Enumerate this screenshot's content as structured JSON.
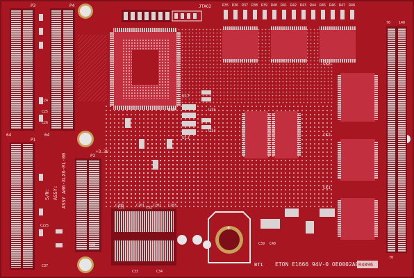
{
  "image": {
    "subject": "pcb",
    "colors": {
      "mask": "#a81621",
      "mask_dark": "#7e0f18",
      "mask_light": "#c23040",
      "pad": "#d9d3d3",
      "pad_shadow": "#9c8f90",
      "silk": "#f3e9e6",
      "hole": "#e6e6e6",
      "gold": "#c9a05a"
    }
  },
  "silkscreen": {
    "p3_top": "P3",
    "p4_top": "P4",
    "p3_bottom": "64",
    "p4_bottom": "64",
    "jtag": "JTAG2",
    "reference_row": [
      "R35",
      "R36",
      "R37",
      "R38",
      "R39",
      "R40",
      "R41",
      "R42",
      "R43",
      "R44",
      "R45",
      "R46",
      "R47",
      "R48"
    ],
    "ck3": "CK3",
    "ck1": "CK1",
    "ck2": "CK2",
    "p1": "P1",
    "p2": "P2",
    "connector_right_top": "70",
    "connector_right_top2": "140",
    "connector_right_bottom": "70",
    "u15": "U15",
    "u14": "U14",
    "u17": "U17",
    "u13": "U13",
    "u22": "U22",
    "voltage": "+3.3V",
    "sn_label": "S/N:",
    "assy_label": "ASSY:",
    "part_number": "ASSY A06-XLX6-RL-00",
    "bt1": "BT1",
    "battery_plus": "+",
    "footer": "ETON E1666 94V-0 OE0002A0 A",
    "footer_badge": "R4096",
    "c_labels": [
      "C31",
      "C32",
      "C33",
      "C34",
      "C37",
      "C24",
      "C25",
      "C26",
      "C28",
      "C39",
      "C40",
      "C200",
      "C201",
      "C202",
      "C203",
      "C225"
    ]
  }
}
